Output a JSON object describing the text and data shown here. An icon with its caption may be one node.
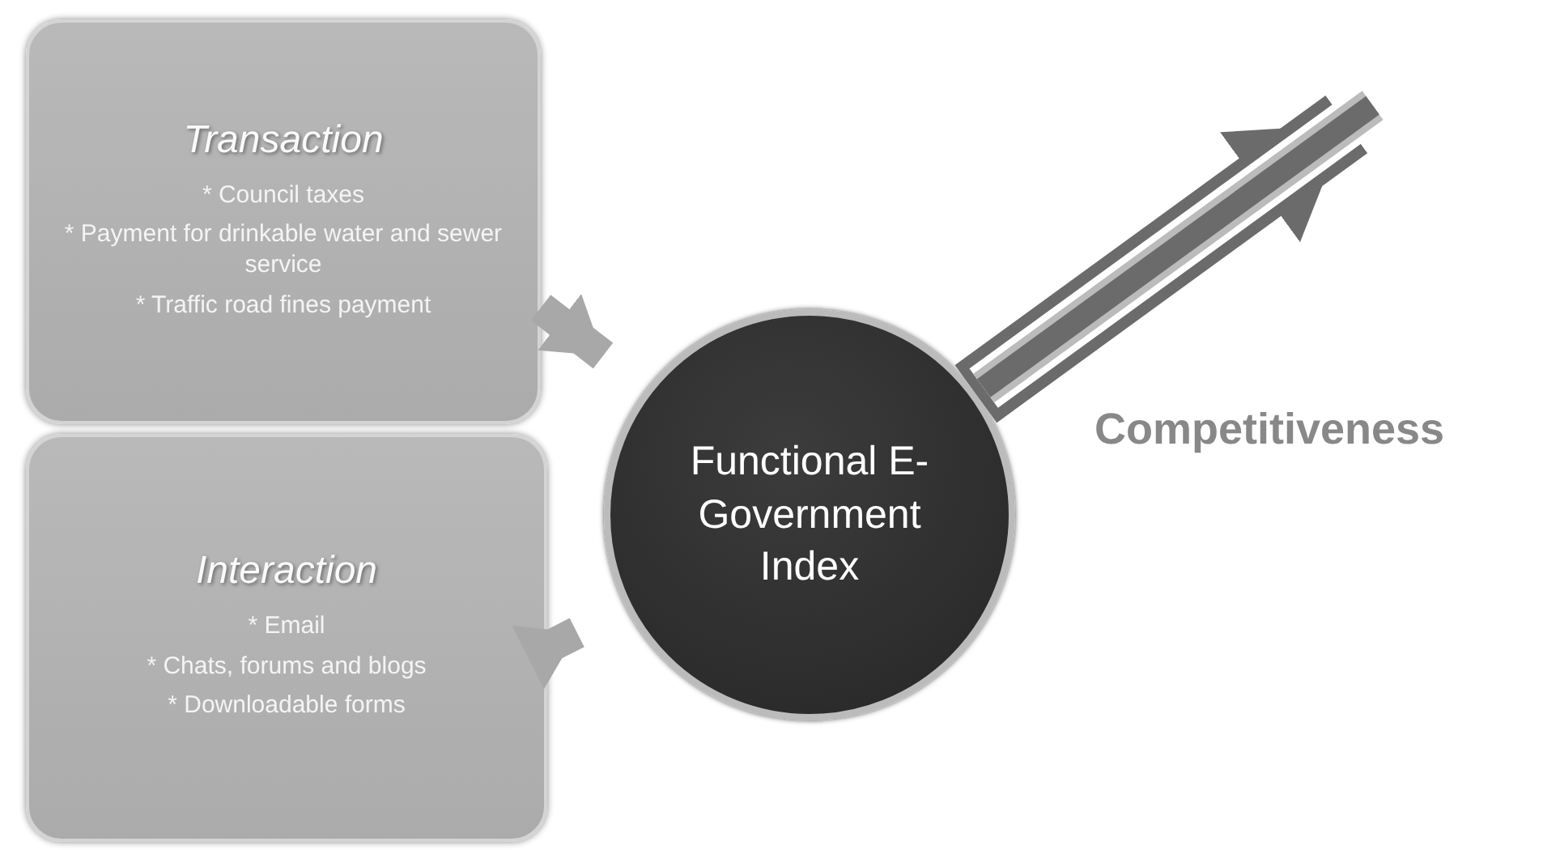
{
  "diagram": {
    "nodes": [
      {
        "text": [
          "Transaction",
          "* Council taxes",
          "* Payment for drinkable water and sewer service",
          "* Traffic road fines payment"
        ]
      },
      {
        "text": [
          "Interaction",
          "* Email",
          "* Chats, forums and blogs",
          "* Downloadable forms"
        ]
      },
      {
        "text": [
          "Functional E-Government Index"
        ]
      }
    ],
    "edges": [
      {
        "from": 0,
        "to": 2,
        "arrow": "to"
      },
      {
        "from": 1,
        "to": 2,
        "arrow": "to"
      },
      {
        "from": 2,
        "to": null,
        "arrow": "to",
        "style": "thick",
        "color": "#6b6b6b"
      }
    ],
    "labels": [
      "Competitiveness"
    ]
  }
}
